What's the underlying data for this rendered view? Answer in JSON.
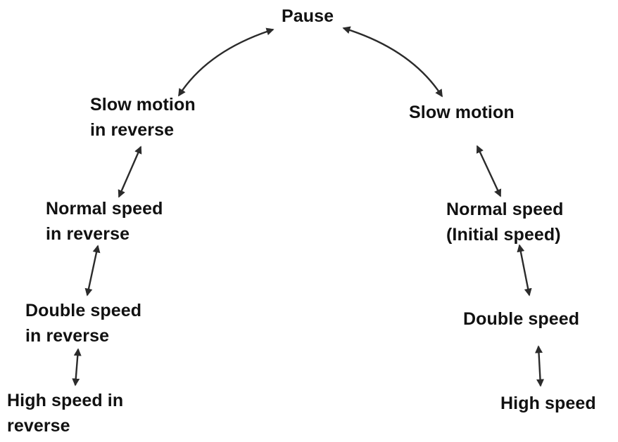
{
  "diagram": {
    "nodes": {
      "pause": [
        "Pause"
      ],
      "slow_motion_reverse": [
        "Slow motion",
        "in reverse"
      ],
      "normal_speed_reverse": [
        "Normal speed",
        "in reverse"
      ],
      "double_speed_reverse": [
        "Double speed",
        "in reverse"
      ],
      "high_speed_reverse": [
        "High speed in",
        "reverse"
      ],
      "slow_motion": [
        "Slow motion"
      ],
      "normal_speed": [
        "Normal speed",
        "(Initial speed)"
      ],
      "double_speed": [
        "Double speed"
      ],
      "high_speed": [
        "High speed"
      ]
    },
    "links": [
      [
        "pause",
        "slow_motion_reverse"
      ],
      [
        "pause",
        "slow_motion"
      ],
      [
        "slow_motion_reverse",
        "normal_speed_reverse"
      ],
      [
        "normal_speed_reverse",
        "double_speed_reverse"
      ],
      [
        "double_speed_reverse",
        "high_speed_reverse"
      ],
      [
        "slow_motion",
        "normal_speed"
      ],
      [
        "normal_speed",
        "double_speed"
      ],
      [
        "double_speed",
        "high_speed"
      ]
    ],
    "arrow_color": "#2b2b2b",
    "text_color": "#111111"
  }
}
